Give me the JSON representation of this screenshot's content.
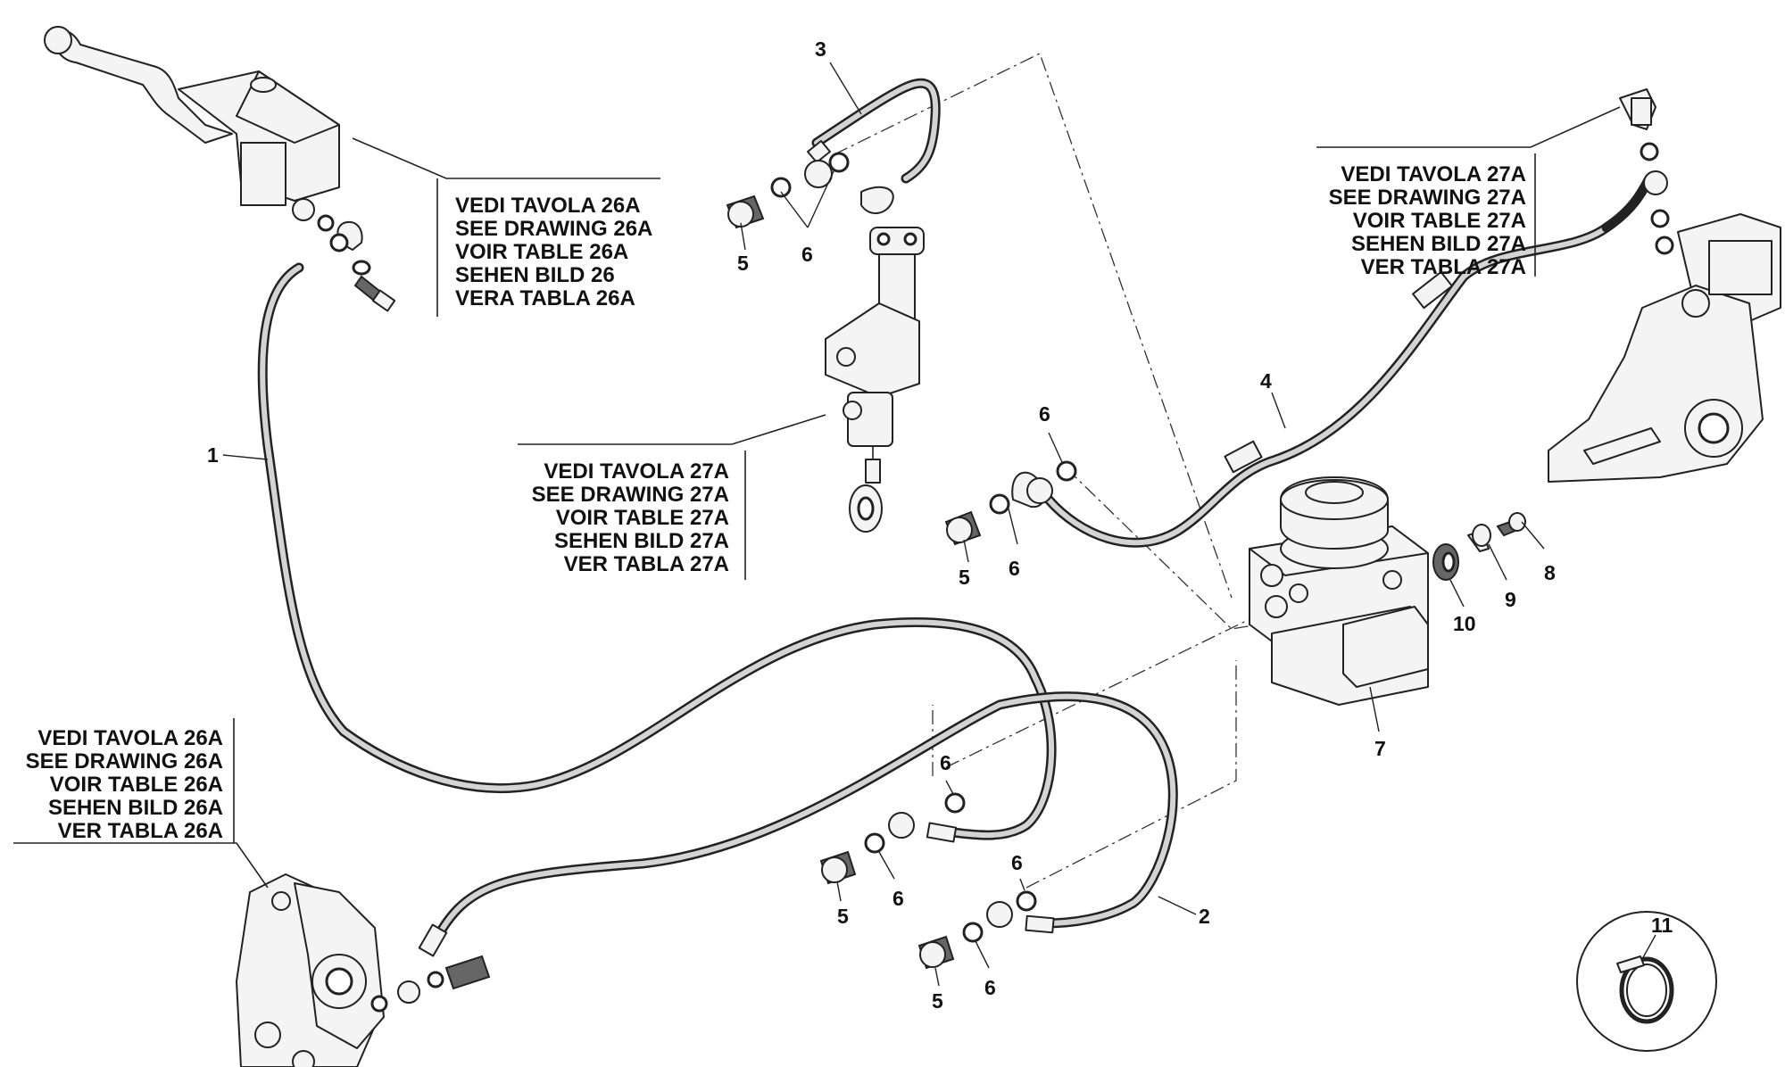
{
  "part_numbers": {
    "hose_front": "1",
    "hose_rear_caliper": "2",
    "hose_rear_master": "3",
    "hose_long": "4",
    "bolt_a": "5",
    "bolt_b": "5",
    "bolt_c": "5",
    "bolt_d": "5",
    "washer_pair_top": "6",
    "washer_mid_a": "6",
    "washer_mid_b": "6",
    "washer_low_a": "6",
    "washer_low_b": "6",
    "washer_low_c": "6",
    "washer_low_d": "6",
    "abs_unit": "7",
    "screw": "8",
    "bushing": "9",
    "grommet": "10",
    "clamp": "11"
  },
  "references": {
    "master_front": [
      "VEDI TAVOLA 26A",
      "SEE DRAWING 26A",
      "VOIR TABLE 26A",
      "SEHEN BILD 26",
      "VERA TABLA 26A"
    ],
    "master_rear": [
      "VEDI TAVOLA 27A",
      "SEE DRAWING 27A",
      "VOIR TABLE 27A",
      "SEHEN BILD 27A",
      "VER TABLA 27A"
    ],
    "caliper_rear": [
      "VEDI TAVOLA 27A",
      "SEE DRAWING 27A",
      "VOIR TABLE 27A",
      "SEHEN BILD 27A",
      "VER TABLA 27A"
    ],
    "caliper_front": [
      "VEDI TAVOLA 26A",
      "SEE DRAWING 26A",
      "VOIR TABLE 26A",
      "SEHEN BILD 26A",
      "VER TABLA 26A"
    ]
  }
}
